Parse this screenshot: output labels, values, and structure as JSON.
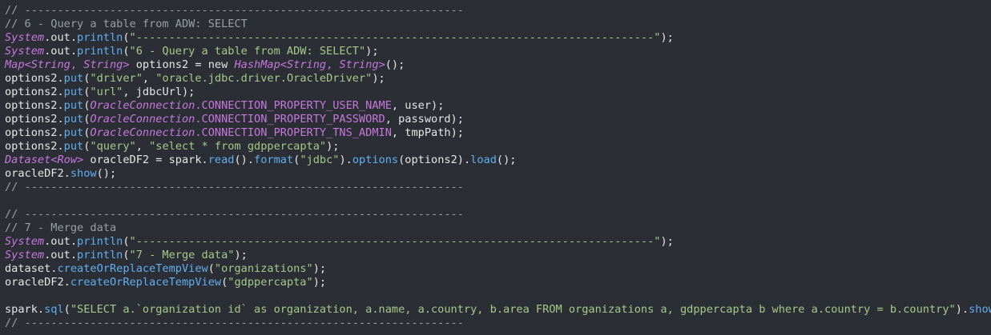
{
  "colors": {
    "background": "#2b2e34",
    "plain": "#e6e6e6",
    "comment": "#9a9ea6",
    "class": "#c678dd",
    "string": "#a6c98a",
    "method": "#61afef",
    "generic": "#c678dd"
  },
  "code_lines": [
    [
      {
        "t": "// -------------------------------------------------------------------",
        "c": "comment"
      }
    ],
    [
      {
        "t": "// 6 - Query a table from ADW: SELECT",
        "c": "comment"
      }
    ],
    [
      {
        "t": "System",
        "c": "class",
        "i": true
      },
      {
        "t": ".out.",
        "c": "plain"
      },
      {
        "t": "println",
        "c": "method"
      },
      {
        "t": "(",
        "c": "plain"
      },
      {
        "t": "\"-------------------------------------------------------------------------------\"",
        "c": "string"
      },
      {
        "t": ");",
        "c": "plain"
      }
    ],
    [
      {
        "t": "System",
        "c": "class",
        "i": true
      },
      {
        "t": ".out.",
        "c": "plain"
      },
      {
        "t": "println",
        "c": "method"
      },
      {
        "t": "(",
        "c": "plain"
      },
      {
        "t": "\"6 - Query a table from ADW: SELECT\"",
        "c": "string"
      },
      {
        "t": ");",
        "c": "plain"
      }
    ],
    [
      {
        "t": "Map",
        "c": "class",
        "i": true
      },
      {
        "t": "<",
        "c": "generic"
      },
      {
        "t": "String",
        "c": "class",
        "i": true
      },
      {
        "t": ", ",
        "c": "generic"
      },
      {
        "t": "String",
        "c": "class",
        "i": true
      },
      {
        "t": ">",
        "c": "generic"
      },
      {
        "t": " options2 = new ",
        "c": "plain"
      },
      {
        "t": "HashMap",
        "c": "class",
        "i": true
      },
      {
        "t": "<",
        "c": "generic"
      },
      {
        "t": "String",
        "c": "class",
        "i": true
      },
      {
        "t": ", ",
        "c": "generic"
      },
      {
        "t": "String",
        "c": "class",
        "i": true
      },
      {
        "t": ">",
        "c": "generic"
      },
      {
        "t": "();",
        "c": "plain"
      }
    ],
    [
      {
        "t": "options2.",
        "c": "plain"
      },
      {
        "t": "put",
        "c": "method"
      },
      {
        "t": "(",
        "c": "plain"
      },
      {
        "t": "\"driver\"",
        "c": "string"
      },
      {
        "t": ", ",
        "c": "plain"
      },
      {
        "t": "\"oracle.jdbc.driver.OracleDriver\"",
        "c": "string"
      },
      {
        "t": ");",
        "c": "plain"
      }
    ],
    [
      {
        "t": "options2.",
        "c": "plain"
      },
      {
        "t": "put",
        "c": "method"
      },
      {
        "t": "(",
        "c": "plain"
      },
      {
        "t": "\"url\"",
        "c": "string"
      },
      {
        "t": ", jdbcUrl);",
        "c": "plain"
      }
    ],
    [
      {
        "t": "options2.",
        "c": "plain"
      },
      {
        "t": "put",
        "c": "method"
      },
      {
        "t": "(",
        "c": "plain"
      },
      {
        "t": "OracleConnection",
        "c": "class",
        "i": true
      },
      {
        "t": ".CONNECTION_PROPERTY_USER_NAME",
        "c": "class"
      },
      {
        "t": ", user);",
        "c": "plain"
      }
    ],
    [
      {
        "t": "options2.",
        "c": "plain"
      },
      {
        "t": "put",
        "c": "method"
      },
      {
        "t": "(",
        "c": "plain"
      },
      {
        "t": "OracleConnection",
        "c": "class",
        "i": true
      },
      {
        "t": ".CONNECTION_PROPERTY_PASSWORD",
        "c": "class"
      },
      {
        "t": ", password);",
        "c": "plain"
      }
    ],
    [
      {
        "t": "options2.",
        "c": "plain"
      },
      {
        "t": "put",
        "c": "method"
      },
      {
        "t": "(",
        "c": "plain"
      },
      {
        "t": "OracleConnection",
        "c": "class",
        "i": true
      },
      {
        "t": ".CONNECTION_PROPERTY_TNS_ADMIN",
        "c": "class"
      },
      {
        "t": ", tmpPath);",
        "c": "plain"
      }
    ],
    [
      {
        "t": "options2.",
        "c": "plain"
      },
      {
        "t": "put",
        "c": "method"
      },
      {
        "t": "(",
        "c": "plain"
      },
      {
        "t": "\"query\"",
        "c": "string"
      },
      {
        "t": ", ",
        "c": "plain"
      },
      {
        "t": "\"select * from gdppercapta\"",
        "c": "string"
      },
      {
        "t": ");",
        "c": "plain"
      }
    ],
    [
      {
        "t": "Dataset",
        "c": "class",
        "i": true
      },
      {
        "t": "<",
        "c": "generic"
      },
      {
        "t": "Row",
        "c": "class",
        "i": true
      },
      {
        "t": ">",
        "c": "generic"
      },
      {
        "t": " oracleDF2 = spark.",
        "c": "plain"
      },
      {
        "t": "read",
        "c": "method"
      },
      {
        "t": "().",
        "c": "plain"
      },
      {
        "t": "format",
        "c": "method"
      },
      {
        "t": "(",
        "c": "plain"
      },
      {
        "t": "\"jdbc\"",
        "c": "string"
      },
      {
        "t": ").",
        "c": "plain"
      },
      {
        "t": "options",
        "c": "method"
      },
      {
        "t": "(options2).",
        "c": "plain"
      },
      {
        "t": "load",
        "c": "method"
      },
      {
        "t": "();",
        "c": "plain"
      }
    ],
    [
      {
        "t": "oracleDF2.",
        "c": "plain"
      },
      {
        "t": "show",
        "c": "method"
      },
      {
        "t": "();",
        "c": "plain"
      }
    ],
    [
      {
        "t": "// -------------------------------------------------------------------",
        "c": "comment"
      }
    ],
    [],
    [
      {
        "t": "// -------------------------------------------------------------------",
        "c": "comment"
      }
    ],
    [
      {
        "t": "// 7 - Merge data",
        "c": "comment"
      }
    ],
    [
      {
        "t": "System",
        "c": "class",
        "i": true
      },
      {
        "t": ".out.",
        "c": "plain"
      },
      {
        "t": "println",
        "c": "method"
      },
      {
        "t": "(",
        "c": "plain"
      },
      {
        "t": "\"-------------------------------------------------------------------------------\"",
        "c": "string"
      },
      {
        "t": ");",
        "c": "plain"
      }
    ],
    [
      {
        "t": "System",
        "c": "class",
        "i": true
      },
      {
        "t": ".out.",
        "c": "plain"
      },
      {
        "t": "println",
        "c": "method"
      },
      {
        "t": "(",
        "c": "plain"
      },
      {
        "t": "\"7 - Merge data\"",
        "c": "string"
      },
      {
        "t": ");",
        "c": "plain"
      }
    ],
    [
      {
        "t": "dataset.",
        "c": "plain"
      },
      {
        "t": "createOrReplaceTempView",
        "c": "method"
      },
      {
        "t": "(",
        "c": "plain"
      },
      {
        "t": "\"organizations\"",
        "c": "string"
      },
      {
        "t": ");",
        "c": "plain"
      }
    ],
    [
      {
        "t": "oracleDF2.",
        "c": "plain"
      },
      {
        "t": "createOrReplaceTempView",
        "c": "method"
      },
      {
        "t": "(",
        "c": "plain"
      },
      {
        "t": "\"gdppercapta\"",
        "c": "string"
      },
      {
        "t": ");",
        "c": "plain"
      }
    ],
    [],
    [
      {
        "t": "spark.",
        "c": "plain"
      },
      {
        "t": "sql",
        "c": "method"
      },
      {
        "t": "(",
        "c": "plain"
      },
      {
        "t": "\"SELECT a.`organization id` as organization, a.name, a.country, b.area FROM organizations a, gdppercapta b where a.country = b.country\"",
        "c": "string"
      },
      {
        "t": ").",
        "c": "plain"
      },
      {
        "t": "show",
        "c": "method"
      },
      {
        "t": "();",
        "c": "plain"
      }
    ],
    [
      {
        "t": "// -------------------------------------------------------------------",
        "c": "comment"
      }
    ]
  ]
}
